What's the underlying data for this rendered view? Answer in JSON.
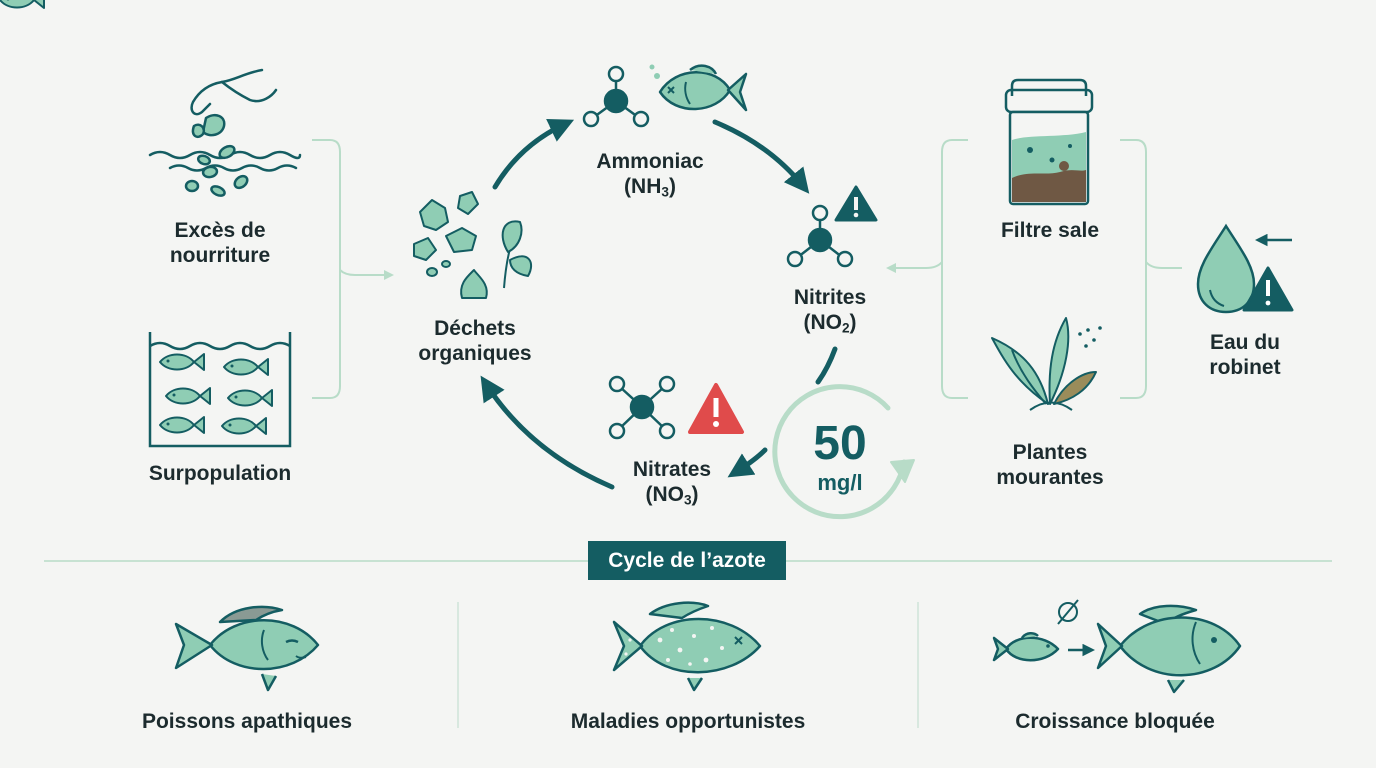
{
  "colors": {
    "background": "#f4f5f3",
    "dark_teal": "#145d62",
    "fill_mint": "#8fcdb4",
    "pale_green": "#b8dcc8",
    "warning_red": "#e04b4b",
    "text": "#1c2b2e"
  },
  "causes_left": {
    "food": {
      "line1": "Excès de",
      "line2": "nourriture",
      "icon": "hand-dropping-food-icon"
    },
    "overpopulation": {
      "label": "Surpopulation",
      "icon": "crowded-tank-icon"
    }
  },
  "cycle": {
    "organic_waste": {
      "line1": "Déchets",
      "line2": "organiques"
    },
    "ammonia": {
      "name": "Ammoniac",
      "formula_open": "(NH",
      "formula_sub": "3",
      "formula_close": ")"
    },
    "nitrites": {
      "name": "Nitrites",
      "formula_open": "(NO",
      "formula_sub": "2",
      "formula_close": ")"
    },
    "nitrates": {
      "name": "Nitrates",
      "formula_open": "(NO",
      "formula_sub": "3",
      "formula_close": ")"
    },
    "concentration": {
      "value": "50",
      "unit": "mg/l"
    }
  },
  "causes_right": {
    "filter": {
      "label": "Filtre sale",
      "icon": "dirty-filter-icon"
    },
    "plants": {
      "line1": "Plantes",
      "line2": "mourantes",
      "icon": "dying-plant-icon"
    },
    "tap_water": {
      "line1": "Eau du",
      "line2": "robinet",
      "icon": "water-drop-warning-icon"
    }
  },
  "title_badge": "Cycle de l’azote",
  "consequences": [
    {
      "label": "Poissons apathiques",
      "icon": "lethargic-fish-icon"
    },
    {
      "label": "Maladies opportunistes",
      "icon": "sick-fish-icon"
    },
    {
      "label": "Croissance bloquée",
      "icon": "stunted-growth-icon"
    }
  ]
}
